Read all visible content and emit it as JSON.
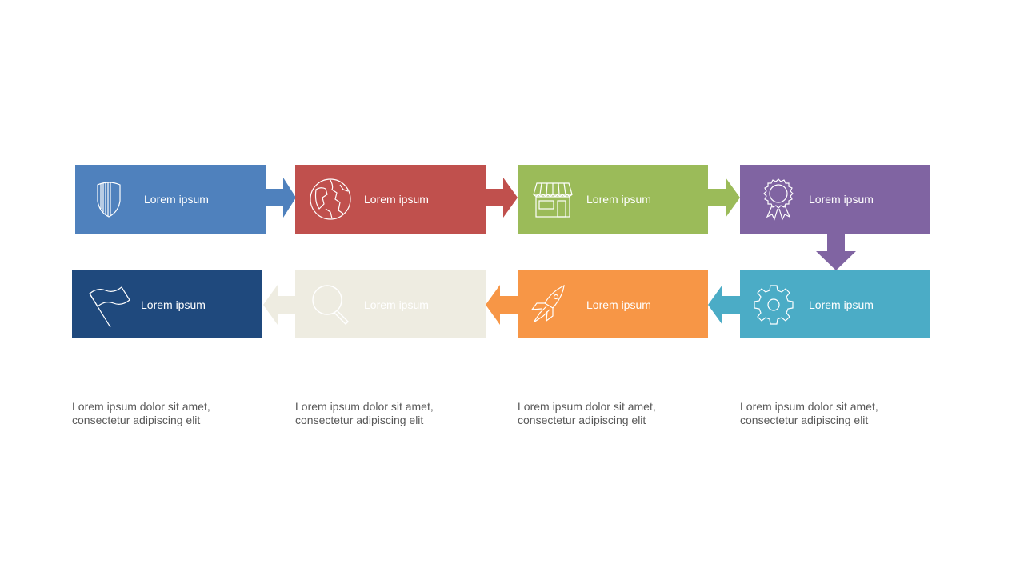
{
  "colors": {
    "blue": "#4f81bd",
    "red": "#c0504d",
    "green": "#9bbb59",
    "purple": "#8064a2",
    "teal": "#4bacc6",
    "orange": "#f79646",
    "beige": "#eeece1",
    "navy": "#1f497d",
    "description_text": "#595959"
  },
  "steps": [
    {
      "label": "Lorem ipsum",
      "icon": "shield-icon",
      "color": "#4f81bd"
    },
    {
      "label": "Lorem ipsum",
      "icon": "globe-icon",
      "color": "#c0504d"
    },
    {
      "label": "Lorem ipsum",
      "icon": "storefront-icon",
      "color": "#9bbb59"
    },
    {
      "label": "Lorem ipsum",
      "icon": "award-ribbon-icon",
      "color": "#8064a2"
    },
    {
      "label": "Lorem ipsum",
      "icon": "gear-icon",
      "color": "#4bacc6"
    },
    {
      "label": "Lorem ipsum",
      "icon": "rocket-icon",
      "color": "#f79646"
    },
    {
      "label": "Lorem ipsum",
      "icon": "magnifier-icon",
      "color": "#eeece1"
    },
    {
      "label": "Lorem ipsum",
      "icon": "flag-icon",
      "color": "#1f497d"
    }
  ],
  "descriptions": [
    {
      "line1": "Lorem ipsum dolor sit amet,",
      "line2": "consectetur adipiscing elit"
    },
    {
      "line1": "Lorem ipsum dolor sit amet,",
      "line2": "consectetur adipiscing elit"
    },
    {
      "line1": "Lorem ipsum dolor sit amet,",
      "line2": "consectetur adipiscing elit"
    },
    {
      "line1": "Lorem ipsum dolor sit amet,",
      "line2": "consectetur adipiscing elit"
    }
  ]
}
